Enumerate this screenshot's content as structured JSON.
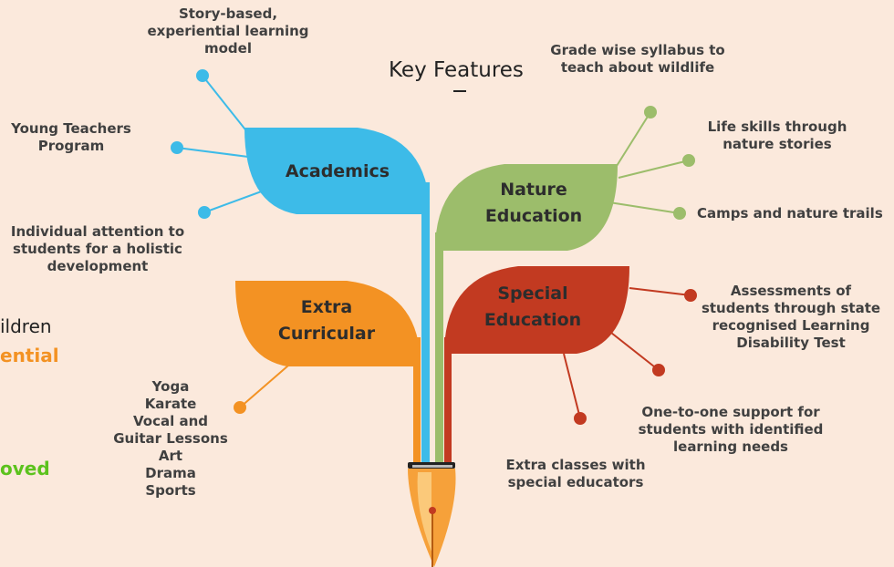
{
  "title": "Key Features",
  "side_text": {
    "line1": "ildren",
    "line2": "ential",
    "line3": "oved"
  },
  "colors": {
    "background": "#fbe9dc",
    "academics": "#3dbbe8",
    "nature": "#9cbd6b",
    "special": "#c23a21",
    "extra": "#f39223",
    "pen": "#f6a13a"
  },
  "leaves": {
    "academics": "Academics",
    "nature": [
      "Nature",
      "Education"
    ],
    "special": [
      "Special",
      "Education"
    ],
    "extra": [
      "Extra",
      "Curricular"
    ]
  },
  "academics_items": [
    "Story-based,\nexperiential learning\nmodel",
    "Young Teachers\nProgram",
    "Individual attention to\nstudents for a holistic\ndevelopment"
  ],
  "nature_items": [
    "Grade wise syllabus to\nteach about wildlife",
    "Life skills through\nnature stories",
    "Camps and nature trails"
  ],
  "special_items": [
    "Assessments of\nstudents through state\nrecognised Learning\nDisability Test",
    "One-to-one support for\nstudents with identified\nlearning needs",
    "Extra classes with\nspecial educators"
  ],
  "extra_items": "Yoga\nKarate\nVocal and\nGuitar Lessons\nArt\nDrama\nSports"
}
